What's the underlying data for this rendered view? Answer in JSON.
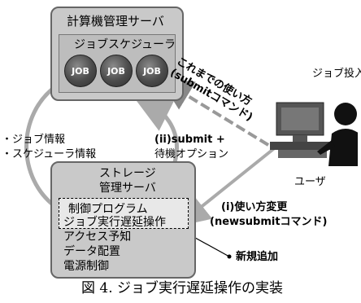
{
  "top_server": {
    "title": "計算機管理サーバ",
    "scheduler_label": "ジョブスケジューラ",
    "jobs": [
      "JOB",
      "JOB",
      "JOB"
    ]
  },
  "storage_server": {
    "title_line1": "ストレージ",
    "title_line2": "管理サーバ",
    "functions": [
      "制御プログラム",
      "ジョブ実行遅延操作",
      "アクセス予知",
      "データ配置",
      "電源制御"
    ]
  },
  "labels": {
    "job_info": "・ジョブ情報",
    "scheduler_info": "・スケジューラ情報",
    "submit_wait_line1": "(ii)submit +",
    "submit_wait_line2": "待機オプション",
    "old_usage_line1": "これまでの使い方",
    "old_usage_line2": "(submitコマンド)",
    "job_submit": "ジョブ投入",
    "user": "ユーザ",
    "usage_change_line1": "(i)使い方変更",
    "usage_change_line2": "(newsubmitコマンド)",
    "new_addition": "新規追加",
    "caption": "図 4.  ジョブ実行遅延操作の実装"
  },
  "colors": {
    "server_fill": "#c9c9c9",
    "arrow_gray": "#aaaaaa"
  }
}
